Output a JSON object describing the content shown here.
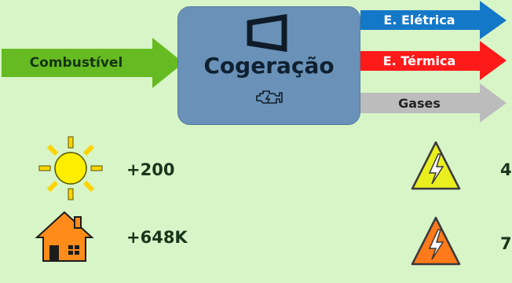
{
  "input": {
    "label": "Combustível",
    "color": "#66bb22"
  },
  "process": {
    "label": "Cogeração",
    "color": "#6a92b8"
  },
  "outputs": [
    {
      "label": "E. Elétrica",
      "color": "#1478c8",
      "text_color": "#ffffff"
    },
    {
      "label": "E. Térmica",
      "color": "#ff1a1a",
      "text_color": "#ffffff"
    },
    {
      "label": "Gases",
      "color": "#bcbcbc",
      "text_color": "#222222"
    }
  ],
  "stats_left": [
    {
      "icon": "sun-icon",
      "value": "+200"
    },
    {
      "icon": "house-icon",
      "value": "+648K"
    }
  ],
  "stats_right": [
    {
      "icon": "high-voltage-warning-icon",
      "color": "#e9ee1f",
      "value": "4"
    },
    {
      "icon": "high-voltage-warning-icon",
      "color": "#ff7a1a",
      "value": "7"
    }
  ]
}
